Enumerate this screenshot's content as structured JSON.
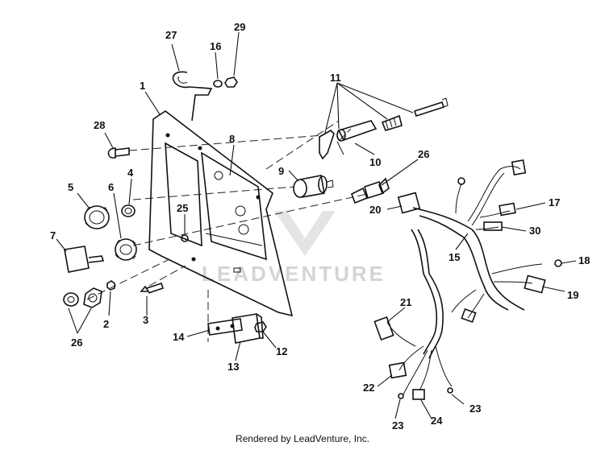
{
  "watermark": "LEADVENTURE",
  "credit": "Rendered by LeadVenture, Inc.",
  "callouts": [
    {
      "id": "27",
      "text": "27"
    },
    {
      "id": "16",
      "text": "16"
    },
    {
      "id": "29",
      "text": "29"
    },
    {
      "id": "1",
      "text": "1"
    },
    {
      "id": "11",
      "text": "11"
    },
    {
      "id": "28",
      "text": "28"
    },
    {
      "id": "8",
      "text": "8"
    },
    {
      "id": "10",
      "text": "10"
    },
    {
      "id": "26a",
      "text": "26"
    },
    {
      "id": "4",
      "text": "4"
    },
    {
      "id": "9",
      "text": "9"
    },
    {
      "id": "5",
      "text": "5"
    },
    {
      "id": "6",
      "text": "6"
    },
    {
      "id": "20",
      "text": "20"
    },
    {
      "id": "17",
      "text": "17"
    },
    {
      "id": "25",
      "text": "25"
    },
    {
      "id": "30",
      "text": "30"
    },
    {
      "id": "7",
      "text": "7"
    },
    {
      "id": "15",
      "text": "15"
    },
    {
      "id": "18",
      "text": "18"
    },
    {
      "id": "19",
      "text": "19"
    },
    {
      "id": "2",
      "text": "2"
    },
    {
      "id": "3",
      "text": "3"
    },
    {
      "id": "21",
      "text": "21"
    },
    {
      "id": "26b",
      "text": "26"
    },
    {
      "id": "14",
      "text": "14"
    },
    {
      "id": "12",
      "text": "12"
    },
    {
      "id": "13",
      "text": "13"
    },
    {
      "id": "22",
      "text": "22"
    },
    {
      "id": "23a",
      "text": "23"
    },
    {
      "id": "23b",
      "text": "23"
    },
    {
      "id": "24",
      "text": "24"
    }
  ]
}
